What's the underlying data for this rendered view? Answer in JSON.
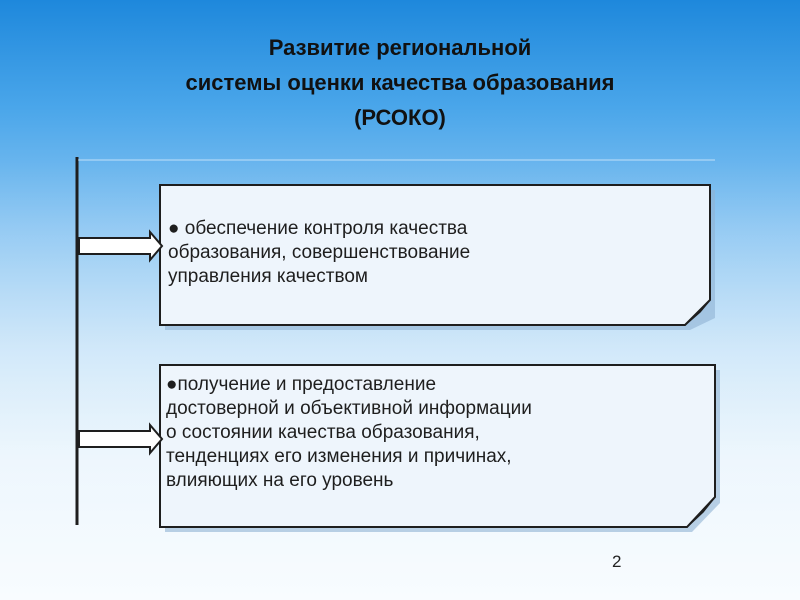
{
  "title": {
    "line1": "Развитие региональной",
    "line2": "системы оценки качества образования",
    "line3": "(РСОКО)"
  },
  "cards": [
    {
      "lines": [
        "● обеспечение контроля  качества",
        "образования, совершенствование",
        "управления качеством"
      ]
    },
    {
      "lines": [
        "●получение и предоставление",
        "достоверной и объективной информации",
        "о состоянии качества образования,",
        "тенденциях его изменения и причинах,",
        "влияющих на его уровень"
      ]
    }
  ],
  "page_number": "2",
  "colors": {
    "card_fill": "#eef5fc",
    "card_border": "#1e1e1e",
    "arrow_fill": "#ffffff",
    "line": "#1e1e1e"
  }
}
